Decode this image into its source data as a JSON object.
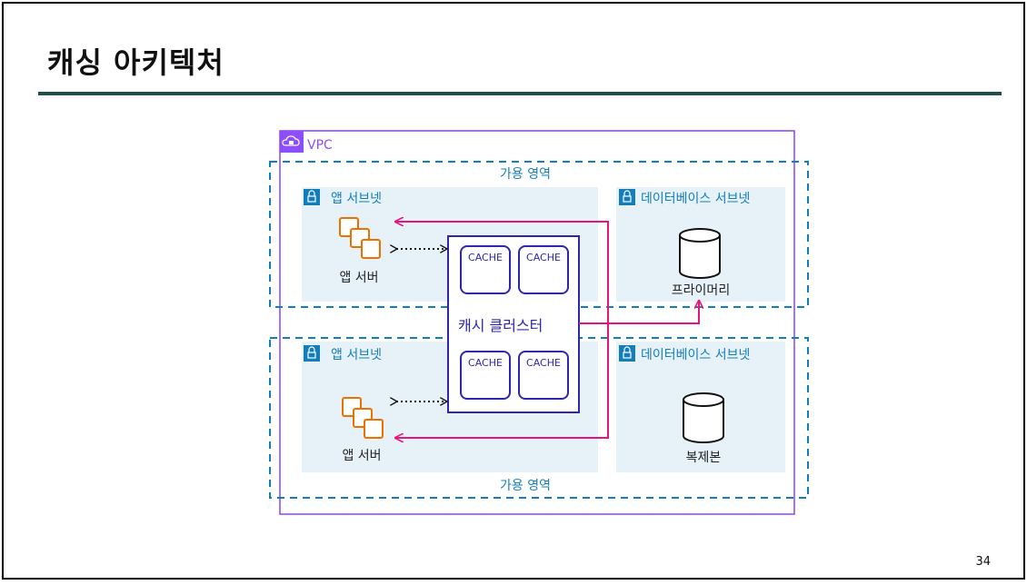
{
  "slide": {
    "title": "캐싱 아키텍처",
    "page_number": "34",
    "accent_color": "#1d4f4b"
  },
  "diagram": {
    "vpc_label": "VPC",
    "az_top_label": "가용 영역",
    "az_bottom_label": "가용 영역",
    "app_subnet_top_label": "앱 서브넷",
    "app_subnet_bottom_label": "앱 서브넷",
    "db_subnet_top_label": "데이터베이스 서브넷",
    "db_subnet_bottom_label": "데이터베이스 서브넷",
    "app_server_top_label": "앱 서버",
    "app_server_bottom_label": "앱 서버",
    "cache_cluster_label": "캐시 클러스터",
    "cache_nodes": [
      "CACHE",
      "CACHE",
      "CACHE",
      "CACHE"
    ],
    "primary_db_label": "프라이머리",
    "replica_db_label": "복제본",
    "colors": {
      "vpc_border": "#8c4fff",
      "az_border": "#147eba",
      "subnet_fill": "#e6f2f8",
      "subnet_label": "#147eba",
      "app_server": "#ed7100",
      "cache_border": "#2e27ad",
      "arrow": "#e7157b"
    }
  }
}
